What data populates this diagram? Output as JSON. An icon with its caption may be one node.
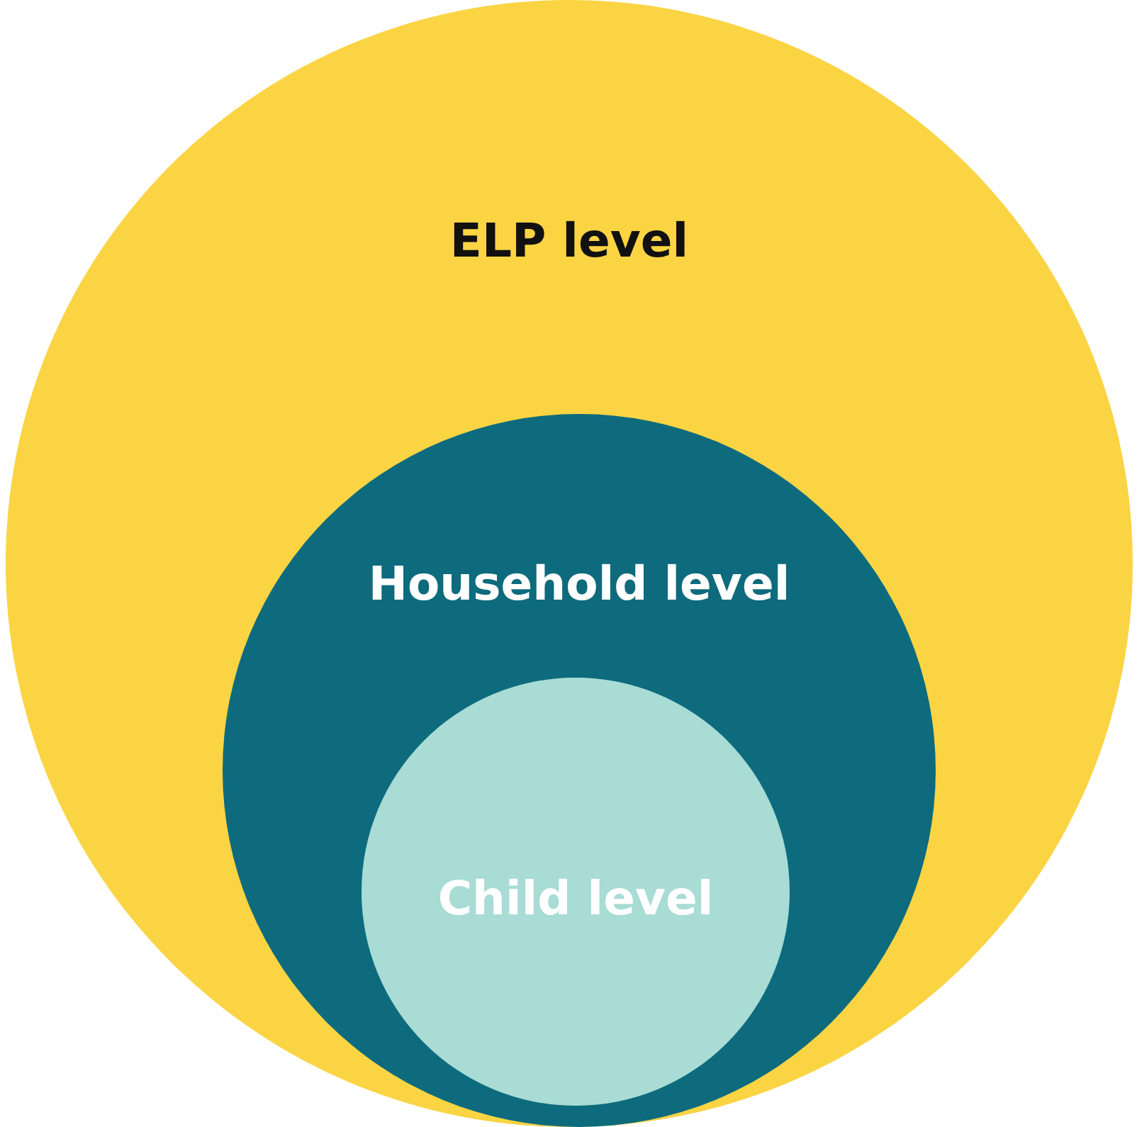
{
  "diagram": {
    "nodes": [
      {
        "text": [
          "ELP level"
        ]
      },
      {
        "text": [
          "Household level"
        ],
        "in": 0
      },
      {
        "text": [
          "Child level"
        ],
        "in": 1
      }
    ]
  }
}
